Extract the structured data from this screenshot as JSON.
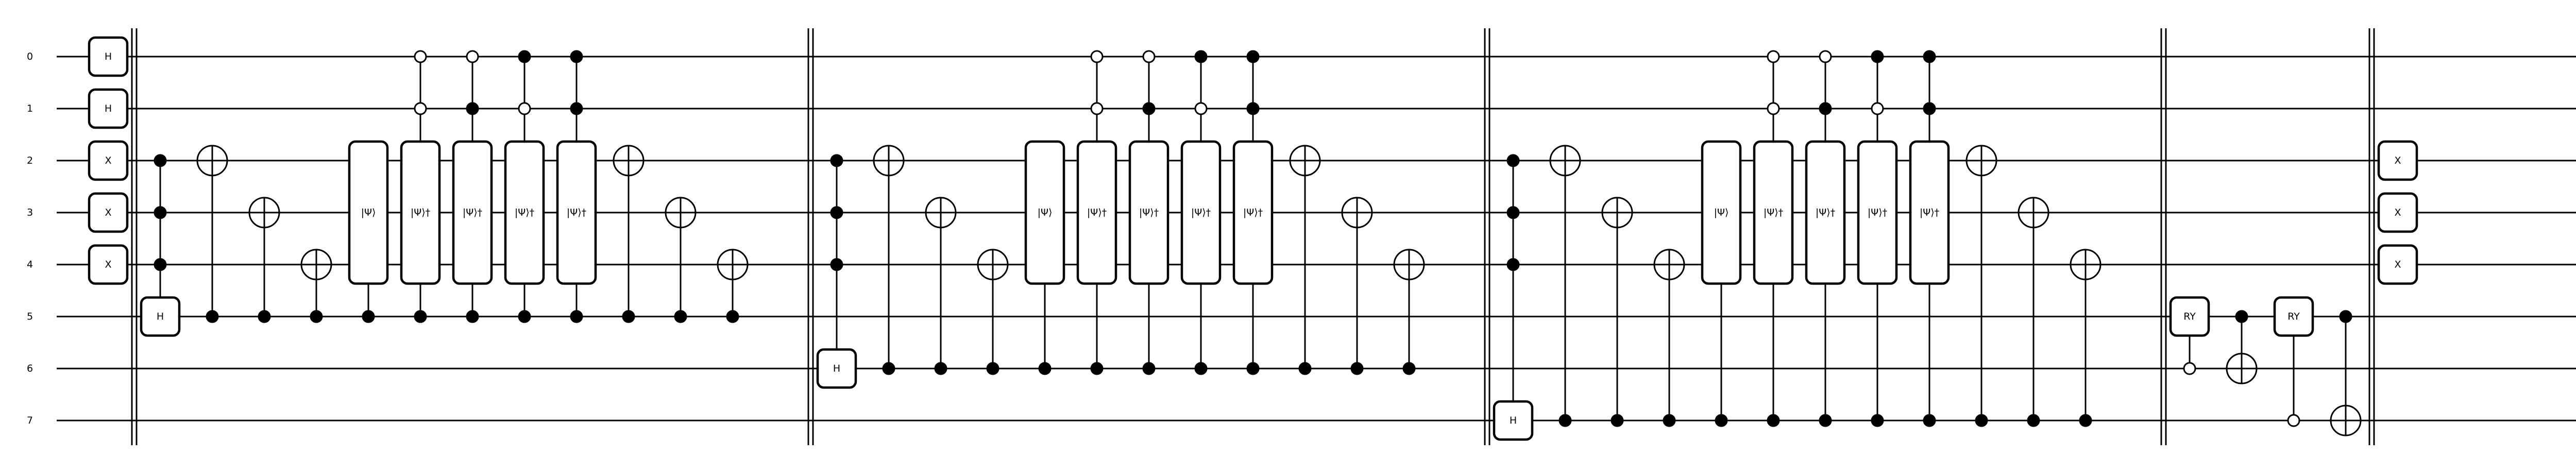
{
  "qubit_labels": [
    "0",
    "1",
    "2",
    "3",
    "4",
    "5",
    "6",
    "7"
  ],
  "gates": [
    {
      "type": "single",
      "label": "H",
      "qubit": 0,
      "col": 0
    },
    {
      "type": "single",
      "label": "H",
      "qubit": 1,
      "col": 0
    },
    {
      "type": "single",
      "label": "X",
      "qubit": 2,
      "col": 0
    },
    {
      "type": "single",
      "label": "X",
      "qubit": 3,
      "col": 0
    },
    {
      "type": "single",
      "label": "X",
      "qubit": 4,
      "col": 0
    },
    {
      "type": "controlled-single",
      "label": "H",
      "target": 5,
      "controls": [
        {
          "q": 2,
          "state": 1
        },
        {
          "q": 3,
          "state": 1
        },
        {
          "q": 4,
          "state": 1
        }
      ],
      "col": 1
    },
    {
      "type": "cnot",
      "target": 2,
      "controls": [
        {
          "q": 5,
          "state": 1
        }
      ],
      "col": 2
    },
    {
      "type": "cnot",
      "target": 3,
      "controls": [
        {
          "q": 5,
          "state": 1
        }
      ],
      "col": 3
    },
    {
      "type": "cnot",
      "target": 4,
      "controls": [
        {
          "q": 5,
          "state": 1
        }
      ],
      "col": 4
    },
    {
      "type": "multi",
      "label": "|Ψ⟩",
      "span": [
        2,
        4
      ],
      "controls": [
        {
          "q": 5,
          "state": 1
        }
      ],
      "col": 5
    },
    {
      "type": "multi",
      "label": "|Ψ⟩†",
      "span": [
        2,
        4
      ],
      "controls": [
        {
          "q": 0,
          "state": 0
        },
        {
          "q": 1,
          "state": 0
        },
        {
          "q": 5,
          "state": 1
        }
      ],
      "col": 6
    },
    {
      "type": "multi",
      "label": "|Ψ⟩†",
      "span": [
        2,
        4
      ],
      "controls": [
        {
          "q": 0,
          "state": 0
        },
        {
          "q": 1,
          "state": 1
        },
        {
          "q": 5,
          "state": 1
        }
      ],
      "col": 7
    },
    {
      "type": "multi",
      "label": "|Ψ⟩†",
      "span": [
        2,
        4
      ],
      "controls": [
        {
          "q": 0,
          "state": 1
        },
        {
          "q": 1,
          "state": 0
        },
        {
          "q": 5,
          "state": 1
        }
      ],
      "col": 8
    },
    {
      "type": "multi",
      "label": "|Ψ⟩†",
      "span": [
        2,
        4
      ],
      "controls": [
        {
          "q": 0,
          "state": 1
        },
        {
          "q": 1,
          "state": 1
        },
        {
          "q": 5,
          "state": 1
        }
      ],
      "col": 9
    },
    {
      "type": "cnot",
      "target": 2,
      "controls": [
        {
          "q": 5,
          "state": 1
        }
      ],
      "col": 10
    },
    {
      "type": "cnot",
      "target": 3,
      "controls": [
        {
          "q": 5,
          "state": 1
        }
      ],
      "col": 11
    },
    {
      "type": "cnot",
      "target": 4,
      "controls": [
        {
          "q": 5,
          "state": 1
        }
      ],
      "col": 12
    },
    {
      "type": "controlled-single",
      "label": "H",
      "target": 6,
      "controls": [
        {
          "q": 2,
          "state": 1
        },
        {
          "q": 3,
          "state": 1
        },
        {
          "q": 4,
          "state": 1
        }
      ],
      "col": 14
    },
    {
      "type": "cnot",
      "target": 2,
      "controls": [
        {
          "q": 6,
          "state": 1
        }
      ],
      "col": 15
    },
    {
      "type": "cnot",
      "target": 3,
      "controls": [
        {
          "q": 6,
          "state": 1
        }
      ],
      "col": 16
    },
    {
      "type": "cnot",
      "target": 4,
      "controls": [
        {
          "q": 6,
          "state": 1
        }
      ],
      "col": 17
    },
    {
      "type": "multi",
      "label": "|Ψ⟩",
      "span": [
        2,
        4
      ],
      "controls": [
        {
          "q": 6,
          "state": 1
        }
      ],
      "col": 18
    },
    {
      "type": "multi",
      "label": "|Ψ⟩†",
      "span": [
        2,
        4
      ],
      "controls": [
        {
          "q": 0,
          "state": 0
        },
        {
          "q": 1,
          "state": 0
        },
        {
          "q": 6,
          "state": 1
        }
      ],
      "col": 19
    },
    {
      "type": "multi",
      "label": "|Ψ⟩†",
      "span": [
        2,
        4
      ],
      "controls": [
        {
          "q": 0,
          "state": 0
        },
        {
          "q": 1,
          "state": 1
        },
        {
          "q": 6,
          "state": 1
        }
      ],
      "col": 20
    },
    {
      "type": "multi",
      "label": "|Ψ⟩†",
      "span": [
        2,
        4
      ],
      "controls": [
        {
          "q": 0,
          "state": 1
        },
        {
          "q": 1,
          "state": 0
        },
        {
          "q": 6,
          "state": 1
        }
      ],
      "col": 21
    },
    {
      "type": "multi",
      "label": "|Ψ⟩†",
      "span": [
        2,
        4
      ],
      "controls": [
        {
          "q": 0,
          "state": 1
        },
        {
          "q": 1,
          "state": 1
        },
        {
          "q": 6,
          "state": 1
        }
      ],
      "col": 22
    },
    {
      "type": "cnot",
      "target": 2,
      "controls": [
        {
          "q": 6,
          "state": 1
        }
      ],
      "col": 23
    },
    {
      "type": "cnot",
      "target": 3,
      "controls": [
        {
          "q": 6,
          "state": 1
        }
      ],
      "col": 24
    },
    {
      "type": "cnot",
      "target": 4,
      "controls": [
        {
          "q": 6,
          "state": 1
        }
      ],
      "col": 25
    },
    {
      "type": "controlled-single",
      "label": "H",
      "target": 7,
      "controls": [
        {
          "q": 2,
          "state": 1
        },
        {
          "q": 3,
          "state": 1
        },
        {
          "q": 4,
          "state": 1
        }
      ],
      "col": 27
    },
    {
      "type": "cnot",
      "target": 2,
      "controls": [
        {
          "q": 7,
          "state": 1
        }
      ],
      "col": 28
    },
    {
      "type": "cnot",
      "target": 3,
      "controls": [
        {
          "q": 7,
          "state": 1
        }
      ],
      "col": 29
    },
    {
      "type": "cnot",
      "target": 4,
      "controls": [
        {
          "q": 7,
          "state": 1
        }
      ],
      "col": 30
    },
    {
      "type": "multi",
      "label": "|Ψ⟩",
      "span": [
        2,
        4
      ],
      "controls": [
        {
          "q": 7,
          "state": 1
        }
      ],
      "col": 31
    },
    {
      "type": "multi",
      "label": "|Ψ⟩†",
      "span": [
        2,
        4
      ],
      "controls": [
        {
          "q": 0,
          "state": 0
        },
        {
          "q": 1,
          "state": 0
        },
        {
          "q": 7,
          "state": 1
        }
      ],
      "col": 32
    },
    {
      "type": "multi",
      "label": "|Ψ⟩†",
      "span": [
        2,
        4
      ],
      "controls": [
        {
          "q": 0,
          "state": 0
        },
        {
          "q": 1,
          "state": 1
        },
        {
          "q": 7,
          "state": 1
        }
      ],
      "col": 33
    },
    {
      "type": "multi",
      "label": "|Ψ⟩†",
      "span": [
        2,
        4
      ],
      "controls": [
        {
          "q": 0,
          "state": 1
        },
        {
          "q": 1,
          "state": 0
        },
        {
          "q": 7,
          "state": 1
        }
      ],
      "col": 34
    },
    {
      "type": "multi",
      "label": "|Ψ⟩†",
      "span": [
        2,
        4
      ],
      "controls": [
        {
          "q": 0,
          "state": 1
        },
        {
          "q": 1,
          "state": 1
        },
        {
          "q": 7,
          "state": 1
        }
      ],
      "col": 35
    },
    {
      "type": "cnot",
      "target": 2,
      "controls": [
        {
          "q": 7,
          "state": 1
        }
      ],
      "col": 36
    },
    {
      "type": "cnot",
      "target": 3,
      "controls": [
        {
          "q": 7,
          "state": 1
        }
      ],
      "col": 37
    },
    {
      "type": "cnot",
      "target": 4,
      "controls": [
        {
          "q": 7,
          "state": 1
        }
      ],
      "col": 38
    },
    {
      "type": "controlled-single",
      "label": "RY",
      "target": 5,
      "controls": [
        {
          "q": 6,
          "state": 0
        }
      ],
      "col": 40
    },
    {
      "type": "cnot",
      "target": 6,
      "controls": [
        {
          "q": 5,
          "state": 1
        }
      ],
      "col": 41
    },
    {
      "type": "controlled-single",
      "label": "RY",
      "target": 5,
      "controls": [
        {
          "q": 7,
          "state": 0
        }
      ],
      "col": 42
    },
    {
      "type": "cnot",
      "target": 7,
      "controls": [
        {
          "q": 5,
          "state": 1
        }
      ],
      "col": 43
    },
    {
      "type": "single",
      "label": "X",
      "qubit": 2,
      "col": 44
    },
    {
      "type": "single",
      "label": "X",
      "qubit": 3,
      "col": 44
    },
    {
      "type": "single",
      "label": "X",
      "qubit": 4,
      "col": 44
    }
  ],
  "barriers": [
    0.5,
    13.5,
    26.5,
    39.5,
    43.5
  ]
}
